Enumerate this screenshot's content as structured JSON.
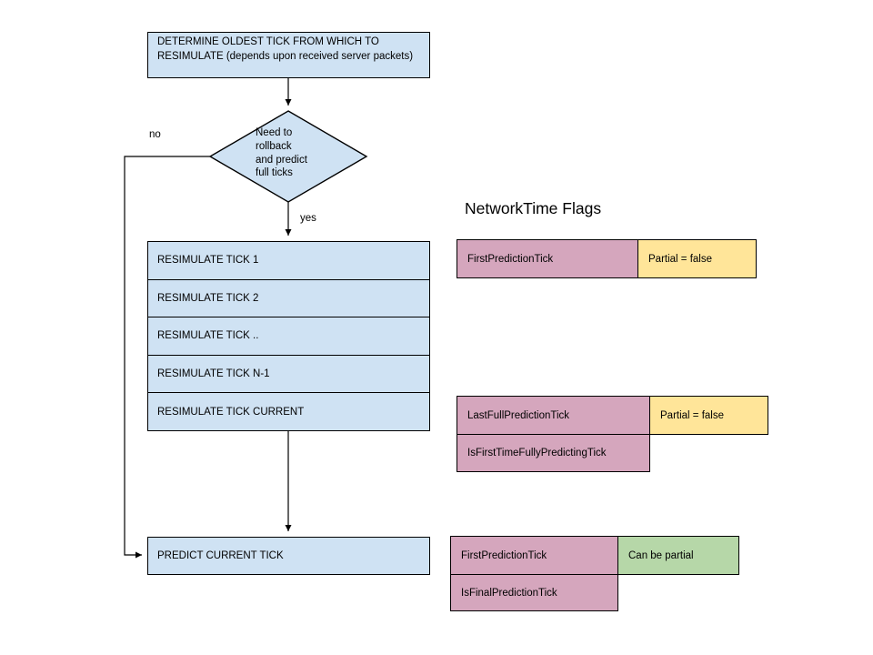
{
  "diagram": {
    "flags_panel_title": "NetworkTime Flags",
    "nodes": {
      "determine": "DETERMINE OLDEST TICK FROM WHICH TO RESIMULATE (depends upon received server packets)",
      "decision_lines": [
        "Need to",
        "rollback",
        "and predict",
        "full ticks"
      ],
      "branch_no": "no",
      "branch_yes": "yes",
      "resimulate_ticks": [
        "RESIMULATE TICK 1",
        "RESIMULATE TICK 2",
        "RESIMULATE TICK ..",
        "RESIMULATE TICK N-1",
        "RESIMULATE TICK CURRENT"
      ],
      "predict": "PREDICT CURRENT TICK"
    },
    "flags": {
      "group_first": {
        "flag": "FirstPredictionTick",
        "note": "Partial = false"
      },
      "group_last_full": {
        "flag1": "LastFullPredictionTick",
        "note": "Partial = false",
        "flag2": "IsFirstTimeFullyPredictingTick"
      },
      "group_final": {
        "flag1": "FirstPredictionTick",
        "note": "Can be partial",
        "flag2": "IsFinalPredictionTick"
      }
    },
    "colors": {
      "node_fill": "#cfe2f3",
      "flag_fill": "#d5a6bd",
      "note_false_fill": "#ffe599",
      "note_partial_fill": "#b6d7a8",
      "stroke": "#000000",
      "background": "#ffffff"
    }
  }
}
